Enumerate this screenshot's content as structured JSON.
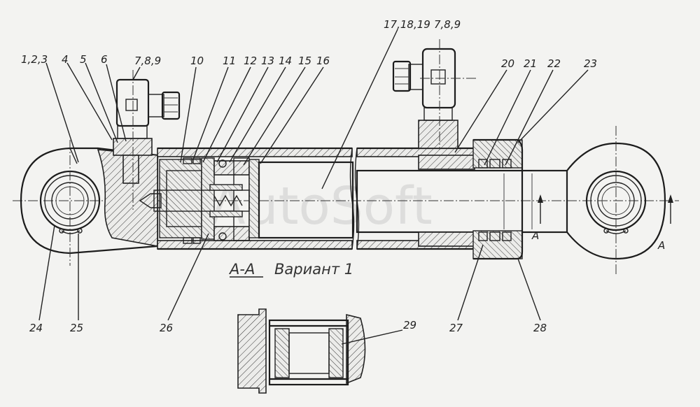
{
  "watermark": "AutoSoft",
  "caption": {
    "section": "A-A",
    "variant": "Вариант 1",
    "arrow_left": "A",
    "arrow_right": "A"
  },
  "callouts": [
    {
      "id": "c1",
      "text": "1,2,3"
    },
    {
      "id": "c4",
      "text": "4"
    },
    {
      "id": "c5",
      "text": "5"
    },
    {
      "id": "c6",
      "text": "6"
    },
    {
      "id": "c789a",
      "text": "7,8,9"
    },
    {
      "id": "c10",
      "text": "10"
    },
    {
      "id": "c11",
      "text": "11"
    },
    {
      "id": "c12",
      "text": "12"
    },
    {
      "id": "c13",
      "text": "13"
    },
    {
      "id": "c14",
      "text": "14"
    },
    {
      "id": "c15",
      "text": "15"
    },
    {
      "id": "c16",
      "text": "16"
    },
    {
      "id": "c17",
      "text": "17,18,19"
    },
    {
      "id": "c789b",
      "text": "7,8,9"
    },
    {
      "id": "c20",
      "text": "20"
    },
    {
      "id": "c21",
      "text": "21"
    },
    {
      "id": "c22",
      "text": "22"
    },
    {
      "id": "c23",
      "text": "23"
    },
    {
      "id": "c24",
      "text": "24"
    },
    {
      "id": "c25",
      "text": "25"
    },
    {
      "id": "c26",
      "text": "26"
    },
    {
      "id": "c27",
      "text": "27"
    },
    {
      "id": "c28",
      "text": "28"
    },
    {
      "id": "c29",
      "text": "29"
    }
  ]
}
